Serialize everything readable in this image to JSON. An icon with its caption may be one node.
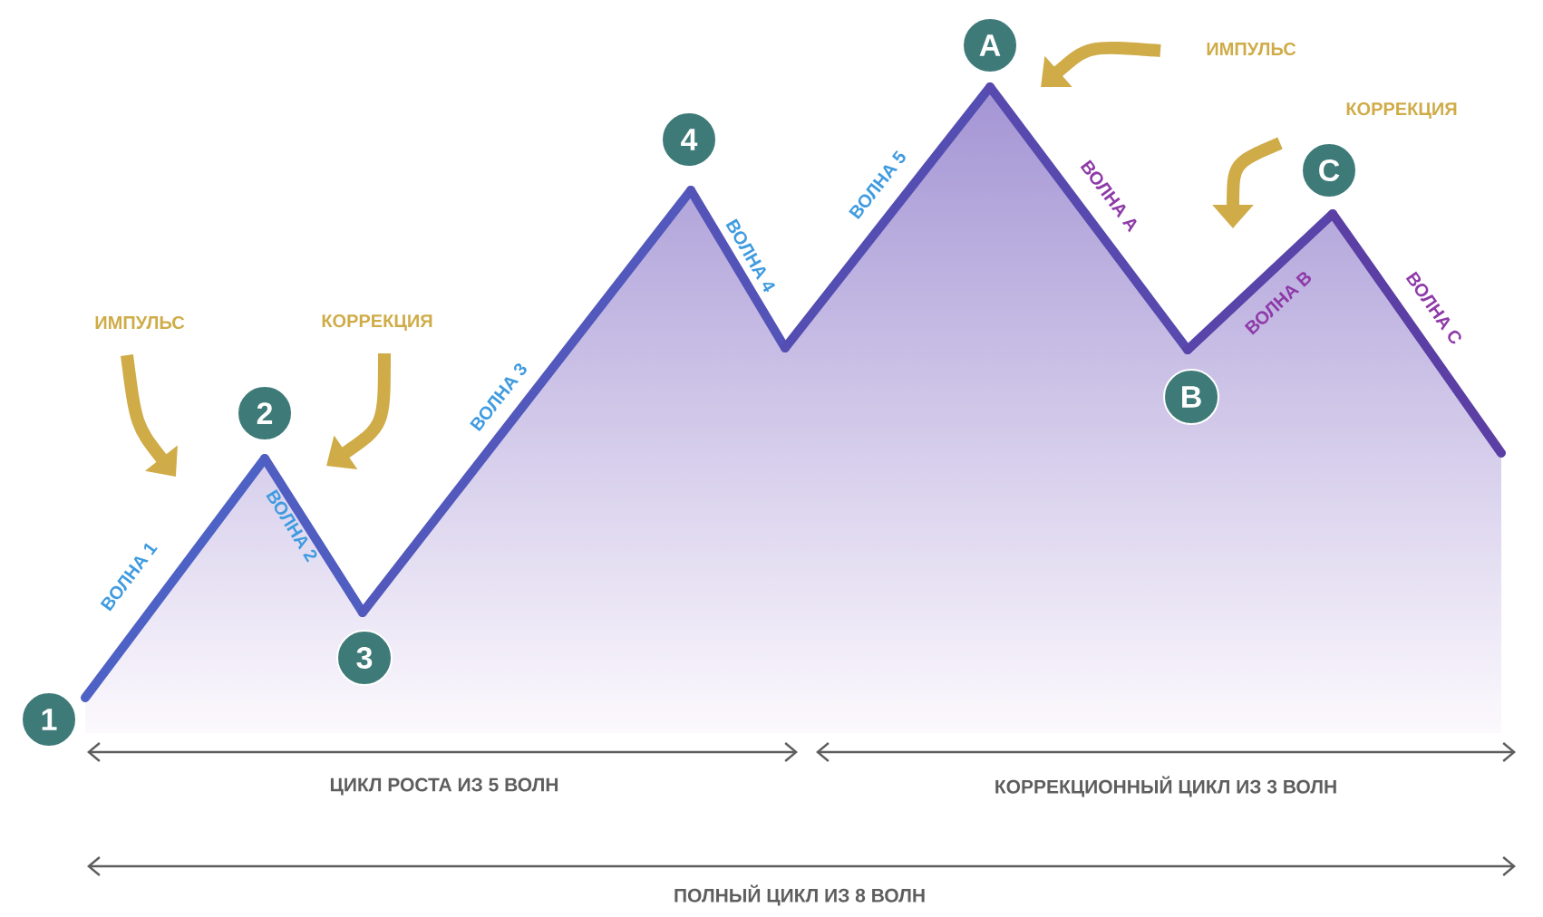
{
  "diagram": {
    "nodes": [
      {
        "text": [
          "1"
        ]
      },
      {
        "text": [
          "2"
        ]
      },
      {
        "text": [
          "3"
        ]
      },
      {
        "text": [
          "4"
        ]
      },
      {
        "text": [
          "A"
        ]
      },
      {
        "text": [
          "B"
        ]
      },
      {
        "text": [
          "C"
        ]
      }
    ],
    "labels": [
      "ИМПУЛЬС",
      "КОРРЕКЦИЯ",
      "ВОЛНА 1",
      "ВОЛНА 2",
      "ВОЛНА 3",
      "ВОЛНА 4",
      "ВОЛНА 5",
      "ИМПУЛЬС",
      "ВОЛНА A",
      "КОРРЕКЦИЯ",
      "ВОЛНА B",
      "ВОЛНА C",
      "ЦИКЛ РОСТА ИЗ 5 ВОЛН",
      "КОРРЕКЦИОННЫЙ ЦИКЛ ИЗ 3 ВОЛН",
      "ПОЛНЫЙ ЦИКЛ ИЗ 8 ВОЛН"
    ]
  }
}
